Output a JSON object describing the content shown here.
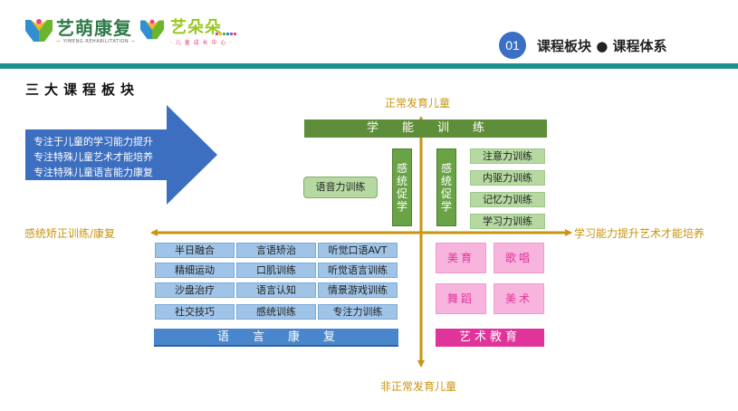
{
  "header": {
    "logo1_cn": "艺萌康复",
    "logo1_en": "— YIMENG REHABILITATION —",
    "logo2_cn": "艺朵朵",
    "logo2_sub": "· 儿 童 成 长 中 心 ·",
    "badge_number": "01",
    "title": "课程板块 ● 课程体系"
  },
  "colors": {
    "teal_bar": "#1f8f8c",
    "axis": "#c9940e",
    "green_dark": "#5f8e3b",
    "green_light": "#b5d9a1",
    "blue_dark": "#4a86cc",
    "blue_light": "#9fc4e8",
    "pink_dark": "#e0349a",
    "pink_light": "#f7b4dc",
    "arrow": "#3c6fc0"
  },
  "section_title": "三大课程板块",
  "arrow_lines": [
    "专注于儿童的学习能力提升",
    "专注特殊儿童艺术才能培养",
    "专注特殊儿童语言能力康复"
  ],
  "axes": {
    "top": "正常发育儿童",
    "bottom": "非正常发育儿童",
    "left": "感统矫正训练/康复",
    "right": "学习能力提升艺术才能培养"
  },
  "learning": {
    "bar": "学能训练",
    "vertical_1": "感统促学",
    "vertical_2": "感统促学",
    "speech": "语音力训练",
    "items": [
      "注意力训练",
      "内驱力训练",
      "记忆力训练",
      "学习力训练"
    ]
  },
  "language": {
    "bar": "语言康复",
    "items": [
      [
        "半日融合",
        "言语矫治",
        "听觉口语AVT"
      ],
      [
        "精细运动",
        "口肌训练",
        "听觉语言训练"
      ],
      [
        "沙盘治疗",
        "语言认知",
        "情景游戏训练"
      ],
      [
        "社交技巧",
        "感统训练",
        "专注力训练"
      ]
    ]
  },
  "art": {
    "bar": "艺术教育",
    "items": [
      "美育",
      "歌唱",
      "舞蹈",
      "美术"
    ]
  }
}
